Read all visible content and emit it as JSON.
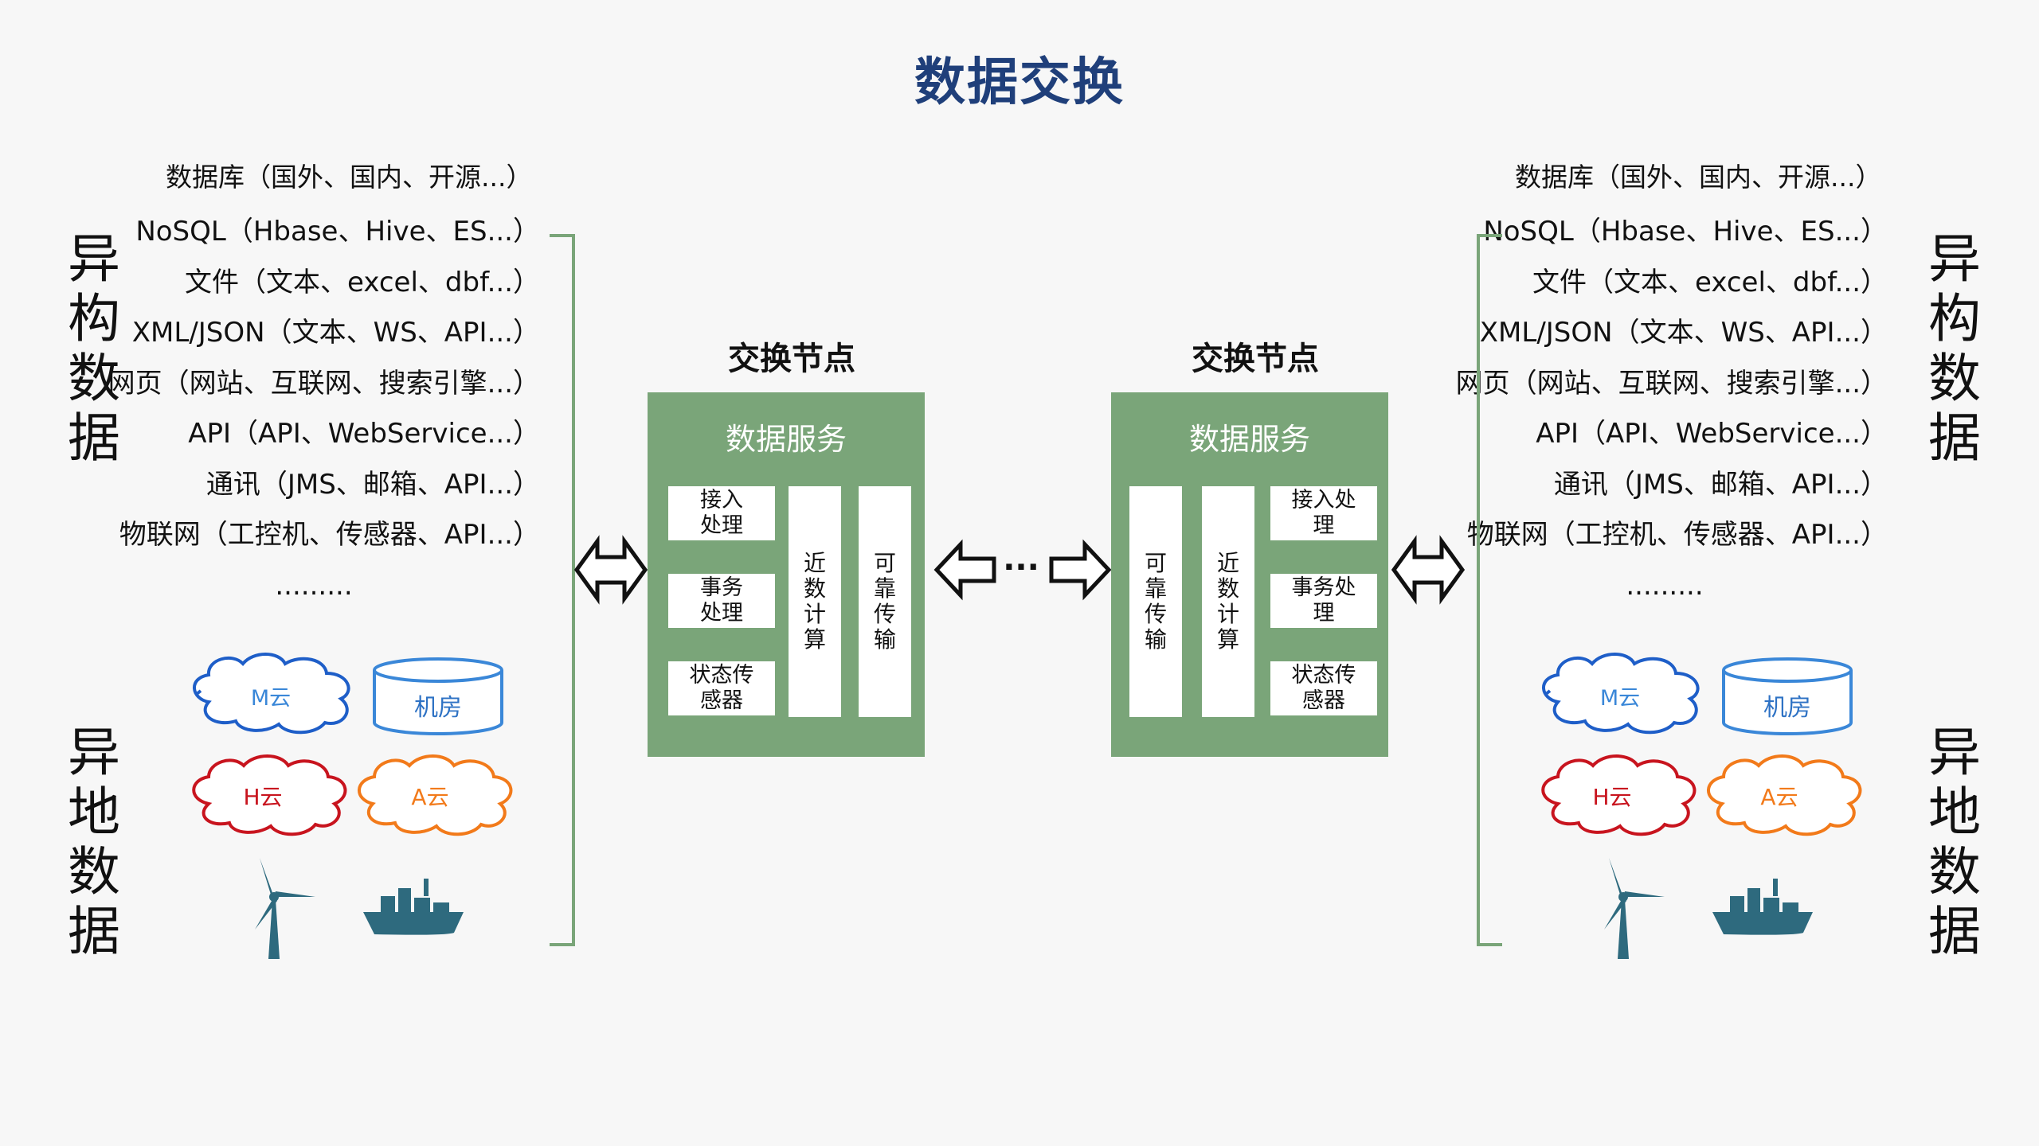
{
  "title": "数据交换",
  "left": {
    "db_header": "数据库（国外、国内、开源...）",
    "sources": [
      "NoSQL（Hbase、Hive、ES...）",
      "文件（文本、excel、dbf...）",
      "XML/JSON（文本、WS、API...）",
      "网页（网站、互联网、搜索引擎...）",
      "API（API、WebService...）",
      "通讯（JMS、邮箱、API...）",
      "物联网（工控机、传感器、API...）",
      "........."
    ],
    "hetero_data_label": [
      "异",
      "构",
      "数",
      "据"
    ],
    "remote_data_label": [
      "异",
      "地",
      "数",
      "据"
    ],
    "cloud_m": "M云",
    "machine_room": "机房",
    "cloud_h": "H云",
    "cloud_a": "A云"
  },
  "right": {
    "db_header": "数据库（国外、国内、开源...）",
    "sources": [
      "NoSQL（Hbase、Hive、ES...）",
      "文件（文本、excel、dbf...）",
      "XML/JSON（文本、WS、API...）",
      "网页（网站、互联网、搜索引擎...）",
      "API（API、WebService...）",
      "通讯（JMS、邮箱、API...）",
      "物联网（工控机、传感器、API...）",
      "........."
    ],
    "hetero_data_label": [
      "异",
      "构",
      "数",
      "据"
    ],
    "remote_data_label": [
      "异",
      "地",
      "数",
      "据"
    ],
    "cloud_m": "M云",
    "machine_room": "机房",
    "cloud_h": "H云",
    "cloud_a": "A云"
  },
  "node_left": {
    "title": "交换节点",
    "service": "数据服务",
    "access": [
      "接入",
      "处理"
    ],
    "transaction": [
      "事务",
      "处理"
    ],
    "state": [
      "状态传",
      "感器"
    ],
    "near_compute": "近数计算",
    "reliable": "可靠传输"
  },
  "node_right": {
    "title": "交换节点",
    "service": "数据服务",
    "access": [
      "接入处",
      "理"
    ],
    "transaction": [
      "事务处",
      "理"
    ],
    "state": [
      "状态传",
      "感器"
    ],
    "near_compute": "近数计算",
    "reliable": "可靠传输"
  },
  "middle_ellipsis": "···",
  "colors": {
    "title": "#1f3f7a",
    "node_green": "#7aa579",
    "bracket_green": "#7aa579",
    "cloud_blue": "#1e5ec8",
    "cloud_red": "#c8141e",
    "cloud_orange": "#f27a1a",
    "cylinder_blue": "#3a87d8",
    "icon_teal": "#2e6a7e"
  }
}
